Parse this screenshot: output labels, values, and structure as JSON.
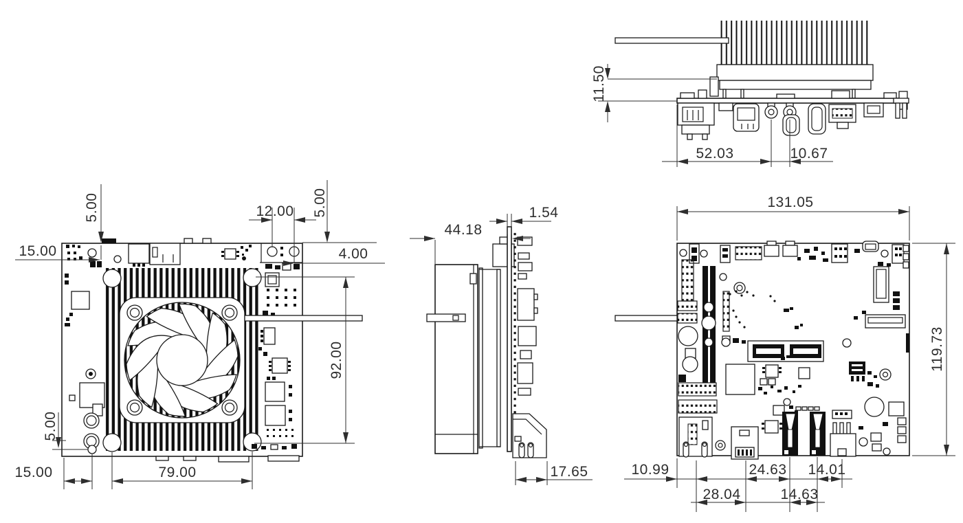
{
  "drawing": {
    "front_view": {
      "dim_edge_to_hole_top": "15.00",
      "dim_hole_inset_top_left": "5.00",
      "dim_hole_pair_span": "12.00",
      "dim_hole_inset_top_right": "5.00",
      "dim_hole_to_edge_right": "4.00",
      "dim_hole_span_vertical": "92.00",
      "dim_hole_inset_bottom_left": "5.00",
      "dim_edge_to_hole_bottom": "15.00",
      "dim_hole_span_horizontal": "79.00"
    },
    "side_view": {
      "dim_depth_total": "44.18",
      "dim_pcb_thickness": "1.54",
      "dim_connector_depth": "17.65"
    },
    "io_side_view": {
      "dim_io_height": "11.50",
      "dim_edge_to_button": "52.03",
      "dim_button_pitch": "10.67"
    },
    "back_view": {
      "dim_board_width": "131.05",
      "dim_board_height": "119.73",
      "dim_edge_to_lan": "10.99",
      "dim_usb_to_usb3": "24.63",
      "dim_usb3_to_power": "14.01",
      "dim_lan_to_usb": "28.04",
      "dim_usb3_pitch": "14.63"
    }
  }
}
